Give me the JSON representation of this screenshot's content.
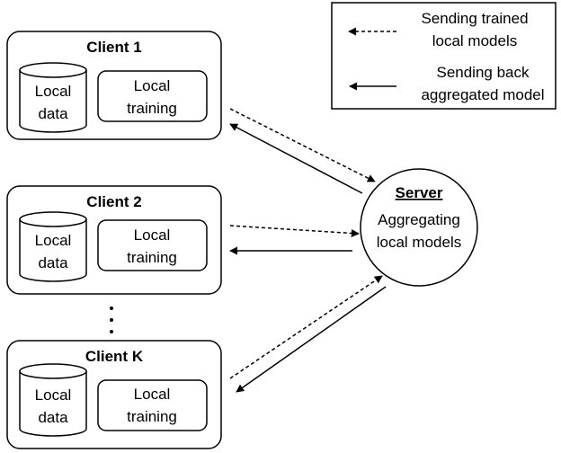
{
  "legend": {
    "trained_label_line1": "Sending trained",
    "trained_label_line2": "local models",
    "aggregated_label_line1": "Sending back",
    "aggregated_label_line2": "aggregated model"
  },
  "clients": [
    {
      "title": "Client 1",
      "data_line1": "Local",
      "data_line2": "data",
      "train_line1": "Local",
      "train_line2": "training"
    },
    {
      "title": "Client 2",
      "data_line1": "Local",
      "data_line2": "data",
      "train_line1": "Local",
      "train_line2": "training"
    },
    {
      "title": "Client K",
      "data_line1": "Local",
      "data_line2": "data",
      "train_line1": "Local",
      "train_line2": "training"
    }
  ],
  "ellipsis": "⋮",
  "server": {
    "title": "Server",
    "line1": "Aggregating",
    "line2": "local models"
  }
}
